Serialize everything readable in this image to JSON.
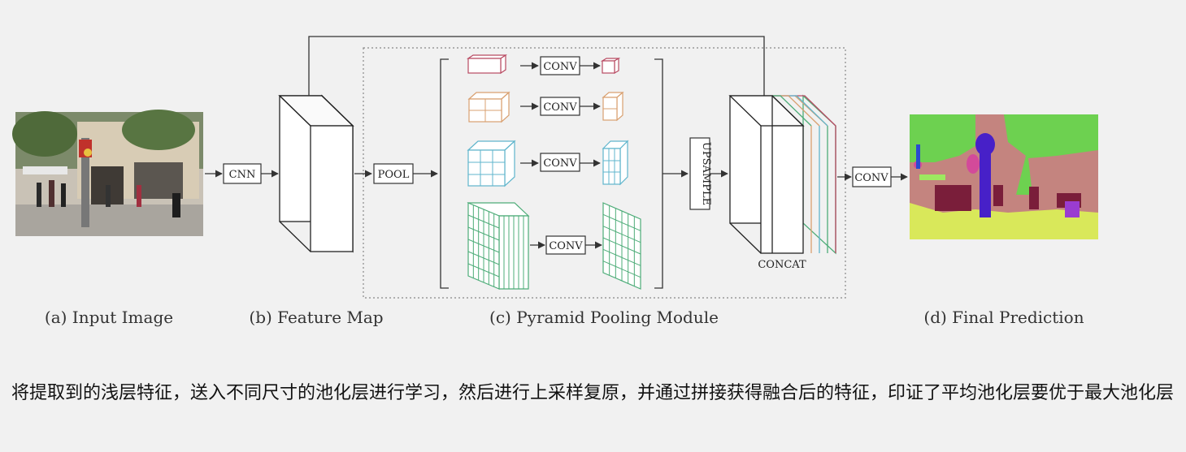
{
  "labels": {
    "cnn": "CNN",
    "pool": "POOL",
    "conv": "CONV",
    "upsample": "UPSAMPLE",
    "concat": "CONCAT",
    "final_conv": "CONV"
  },
  "captions": {
    "input": "(a) Input Image",
    "feature": "(b) Feature Map",
    "ppm": "(c) Pyramid Pooling Module",
    "final": "(d) Final Prediction"
  },
  "colors": {
    "level1": "#b84a62",
    "level2": "#d9a070",
    "level3": "#5fb5cc",
    "level4": "#4dac78"
  },
  "subtitle": "将提取到的浅层特征，送入不同尺寸的池化层进行学习，然后进行上采样复原，并通过拼接获得融合后的特征，印证了平均池化层要优于最大池化层"
}
